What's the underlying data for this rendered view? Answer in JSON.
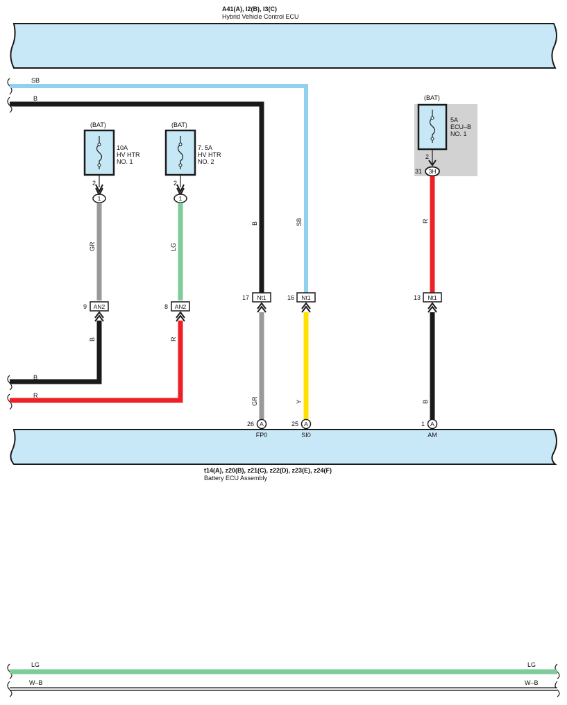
{
  "top_ecu": {
    "connectors": "A41(A), I2(B), I3(C)",
    "name": "Hybrid Vehicle Control ECU"
  },
  "bottom_ecu": {
    "connectors": "t14(A), z20(B), z21(C), z22(D), z23(E), z24(F)",
    "name": "Battery ECU Assembly"
  },
  "colors": {
    "ecu_fill": "#c8e8f8",
    "SB": "#8fd1ef",
    "B": "#1a1a1a",
    "GR": "#999999",
    "LG": "#7fcb9a",
    "R": "#ee2026",
    "Y": "#ffe000",
    "fuse_fill": "#c6e7f5",
    "fuse_bg": "#d2d2d2"
  },
  "fuses": [
    {
      "bat": "(BAT)",
      "rating": "10A",
      "line1": "HV HTR",
      "line2": "NO. 1",
      "pin": "2",
      "junction": "1"
    },
    {
      "bat": "(BAT)",
      "rating": "7. 5A",
      "line1": "HV HTR",
      "line2": "NO. 2",
      "pin": "2",
      "junction": "1"
    },
    {
      "bat": "(BAT)",
      "rating": "5A",
      "line1": "ECU–B",
      "line2": "NO. 1",
      "pin": "2",
      "pin2": "31",
      "junction": "3H"
    }
  ],
  "left_wires": {
    "sb": "SB",
    "b_top": "B",
    "b_bottom": "B",
    "r_bottom": "R"
  },
  "wires": {
    "w1": {
      "upper": "GR",
      "lower": "B",
      "conn": "AN2",
      "pin": "9"
    },
    "w2": {
      "upper": "LG",
      "lower": "R",
      "conn": "AN2",
      "pin": "8"
    },
    "w3": {
      "upper": "B",
      "lower": "GR",
      "conn": "Nt1",
      "pin": "17",
      "ecu_pin": "26",
      "ecu_conn": "A",
      "terminal": "FP0"
    },
    "w4": {
      "upper": "SB",
      "lower": "Y",
      "conn": "Nt1",
      "pin": "16",
      "ecu_pin": "25",
      "ecu_conn": "A",
      "terminal": "SI0"
    },
    "w5": {
      "upper": "R",
      "lower": "B",
      "conn": "Nt1",
      "pin": "13",
      "ecu_pin": "1",
      "ecu_conn": "A",
      "terminal": "AM"
    }
  },
  "bottom_wires": {
    "lg_left": "LG",
    "lg_right": "LG",
    "wb_left": "W–B",
    "wb_right": "W–B"
  }
}
